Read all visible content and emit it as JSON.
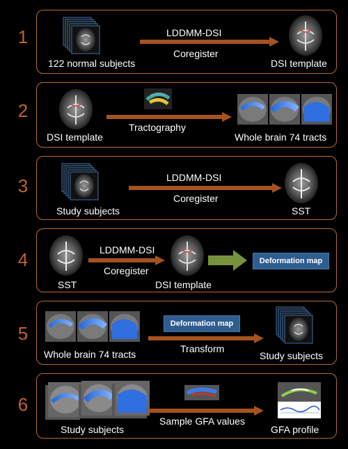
{
  "steps": [
    {
      "number": "1",
      "method": "LDDMM-DSI",
      "action": "Coregister",
      "source": "122 normal subjects",
      "target": "DSI template"
    },
    {
      "number": "2",
      "source": "DSI template",
      "action": "Tractography",
      "target": "Whole brain 74 tracts"
    },
    {
      "number": "3",
      "method": "LDDMM-DSI",
      "action": "Coregister",
      "source": "Study subjects",
      "target": "SST"
    },
    {
      "number": "4",
      "source": "SST",
      "method": "LDDMM-DSI",
      "action": "Coregister",
      "target": "DSI template",
      "result": "Deformation map"
    },
    {
      "number": "5",
      "source": "Whole brain 74 tracts",
      "method": "Deformation map",
      "action": "Transform",
      "target": "Study subjects"
    },
    {
      "number": "6",
      "source": "Study subjects",
      "action": "Sample GFA values",
      "target": "GFA profile"
    }
  ],
  "icons": [
    "brain-image-icon",
    "image-stack-icon",
    "tract-3d-icon",
    "sagittal-tract-icon",
    "gfa-profile-plot-icon"
  ],
  "colors": {
    "accent": "#c0622a",
    "arrow": "#a5531e",
    "green_arrow": "#76923c",
    "badge": "#2e5d8f"
  }
}
